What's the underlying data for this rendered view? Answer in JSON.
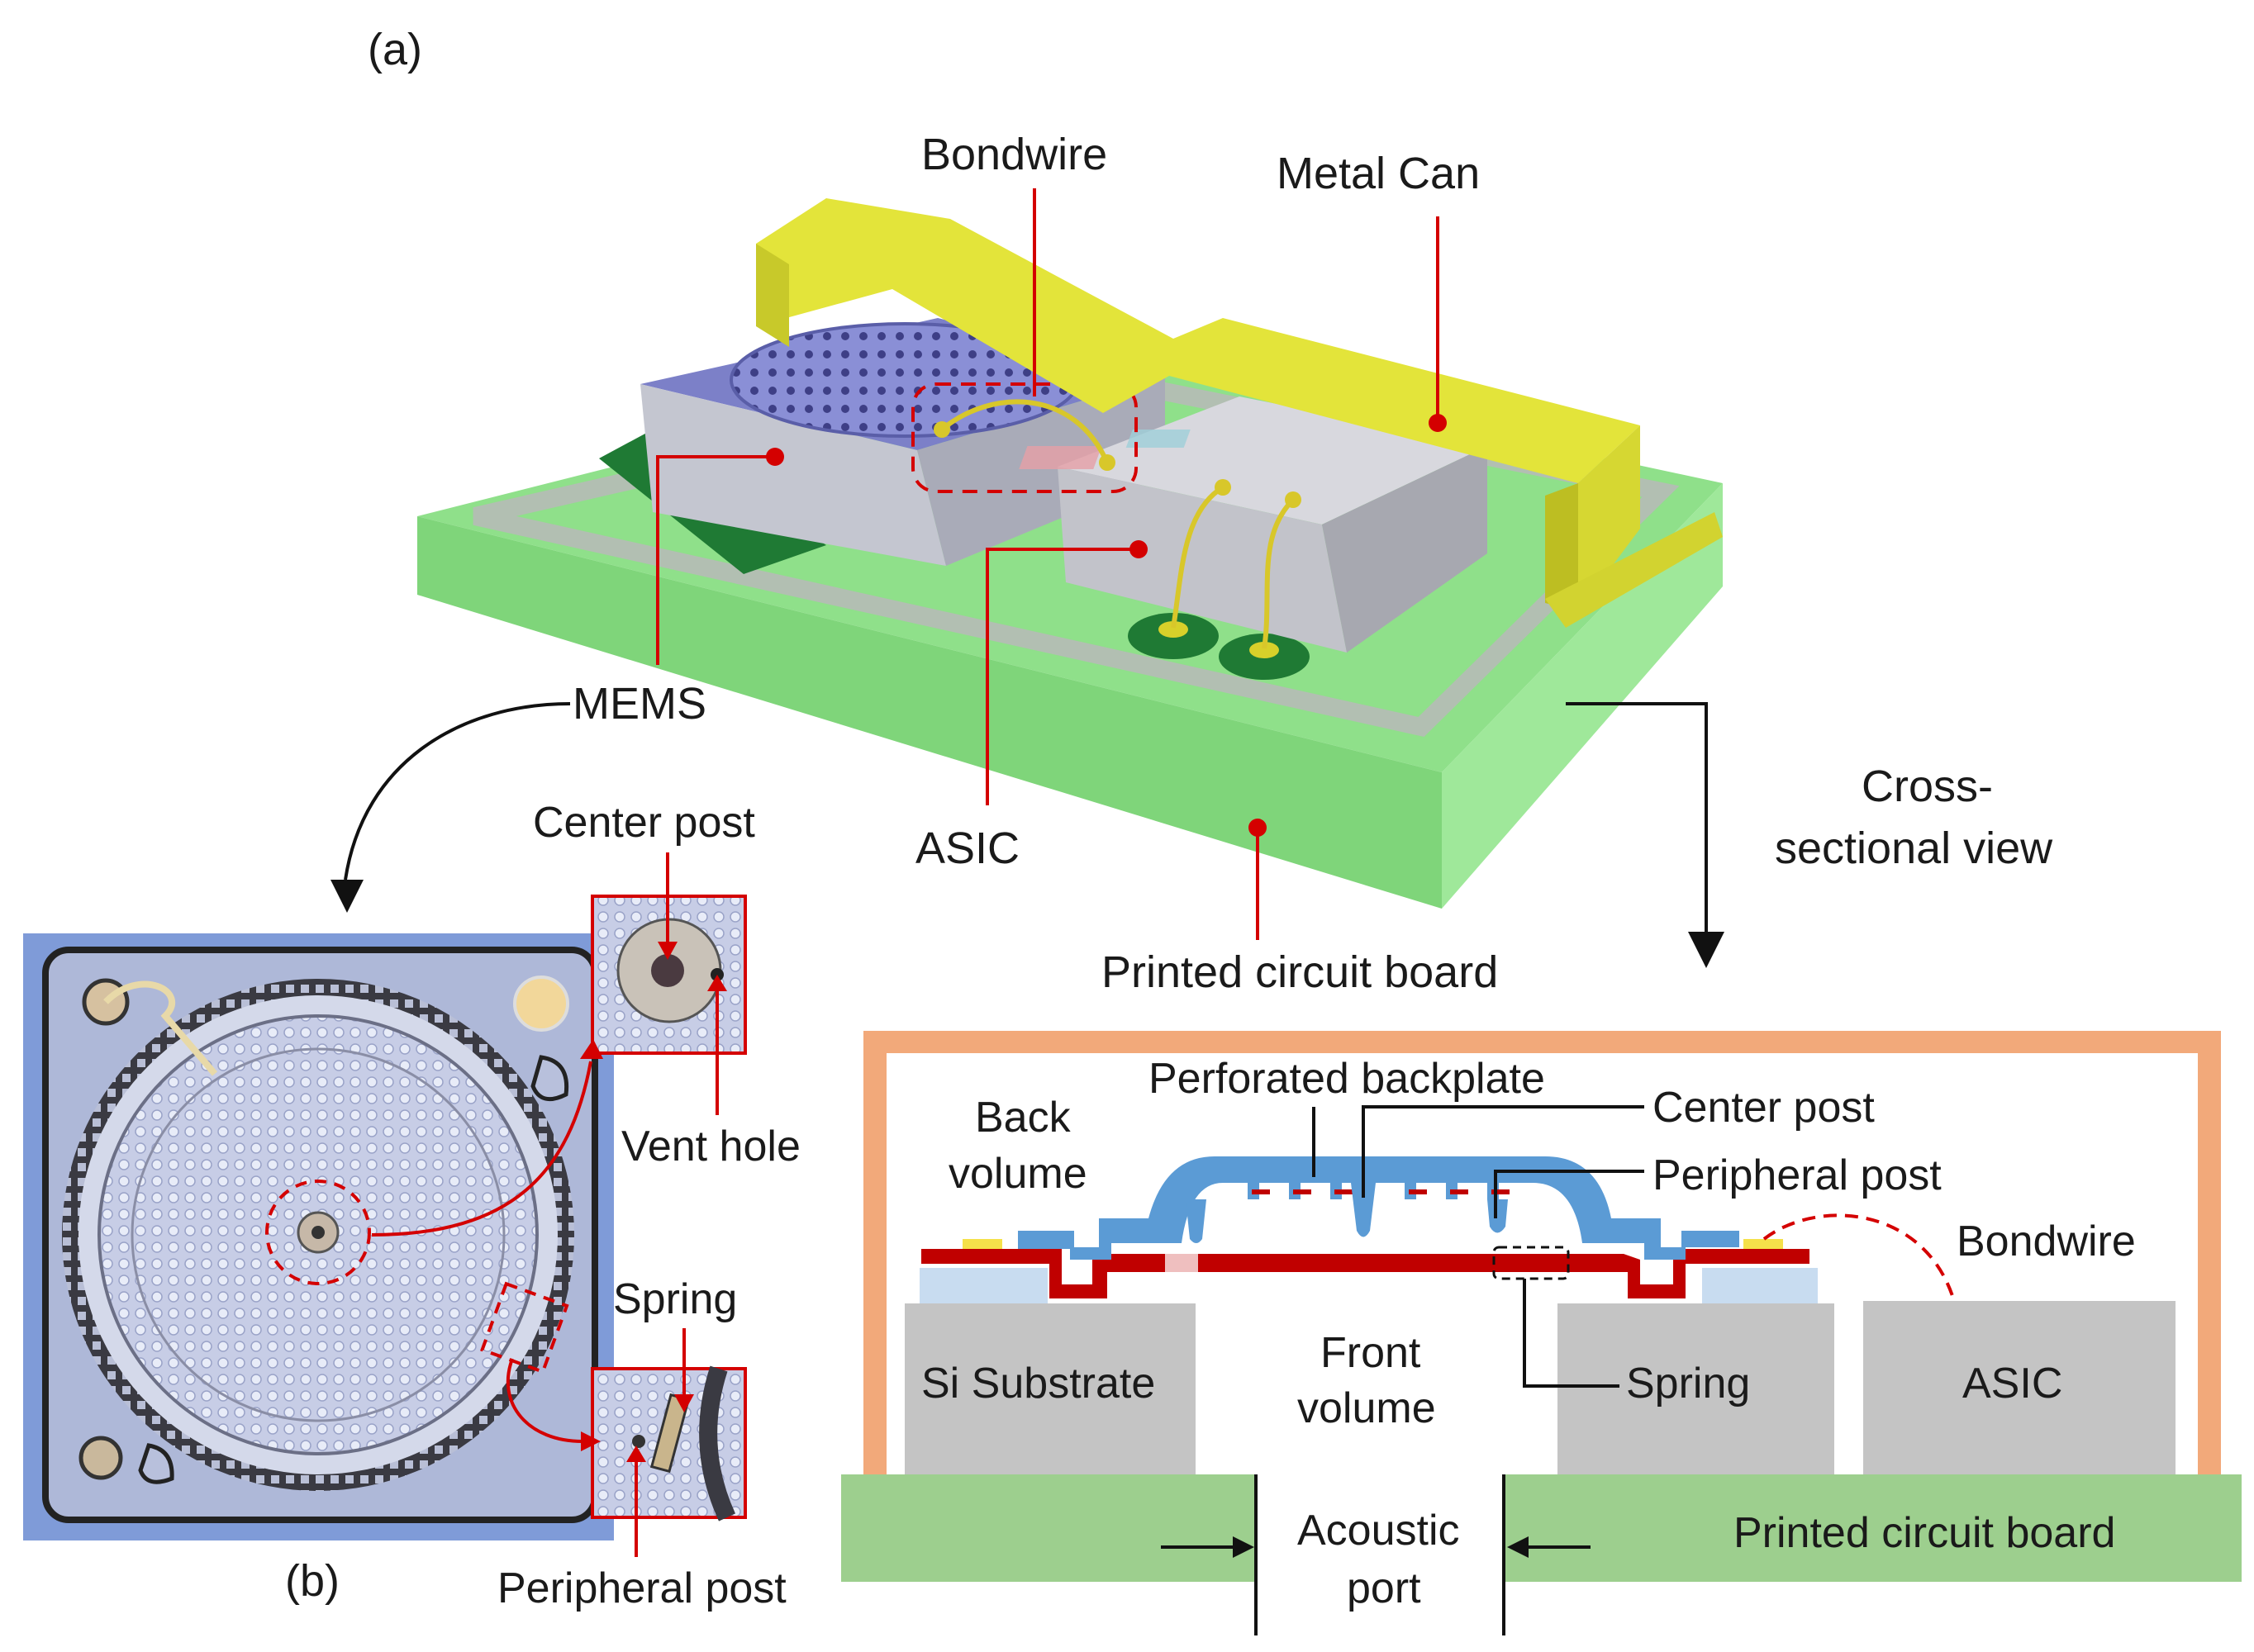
{
  "panel_a_label": "(a)",
  "panel_b_label": "(b)",
  "labels": {
    "bondwire": "Bondwire",
    "metal_can": "Metal Can",
    "mems": "MEMS",
    "asic": "ASIC",
    "pcb": "Printed circuit board",
    "cross_sectional_view_line1": "Cross-",
    "cross_sectional_view_line2": "sectional view",
    "center_post": "Center post",
    "vent_hole": "Vent hole",
    "spring": "Spring",
    "peripheral_post": "Peripheral post"
  },
  "cross_section": {
    "back_volume_line1": "Back",
    "back_volume_line2": "volume",
    "perforated_backplate": "Perforated backplate",
    "center_post": "Center post",
    "peripheral_post": "Peripheral post",
    "bondwire": "Bondwire",
    "si_substrate": "Si Substrate",
    "front_volume_line1": "Front",
    "front_volume_line2": "volume",
    "spring": "Spring",
    "asic": "ASIC",
    "acoustic_port_line1": "Acoustic",
    "acoustic_port_line2": "port",
    "pcb": "Printed circuit board"
  },
  "colors": {
    "pcb_green": "#8fe08a",
    "pcb_dark_green": "#1f7a34",
    "metal_can": "#e3e43a",
    "mems_top": "#7c80c8",
    "chip_gray": "#c9cbd3",
    "leader_red": "#d40000",
    "can_outline": "#f2a97a",
    "section_pcb": "#9dcf8e",
    "section_gray": "#c4c4c4",
    "backplate_blue": "#5b9bd5",
    "membrane_red": "#c00000"
  }
}
